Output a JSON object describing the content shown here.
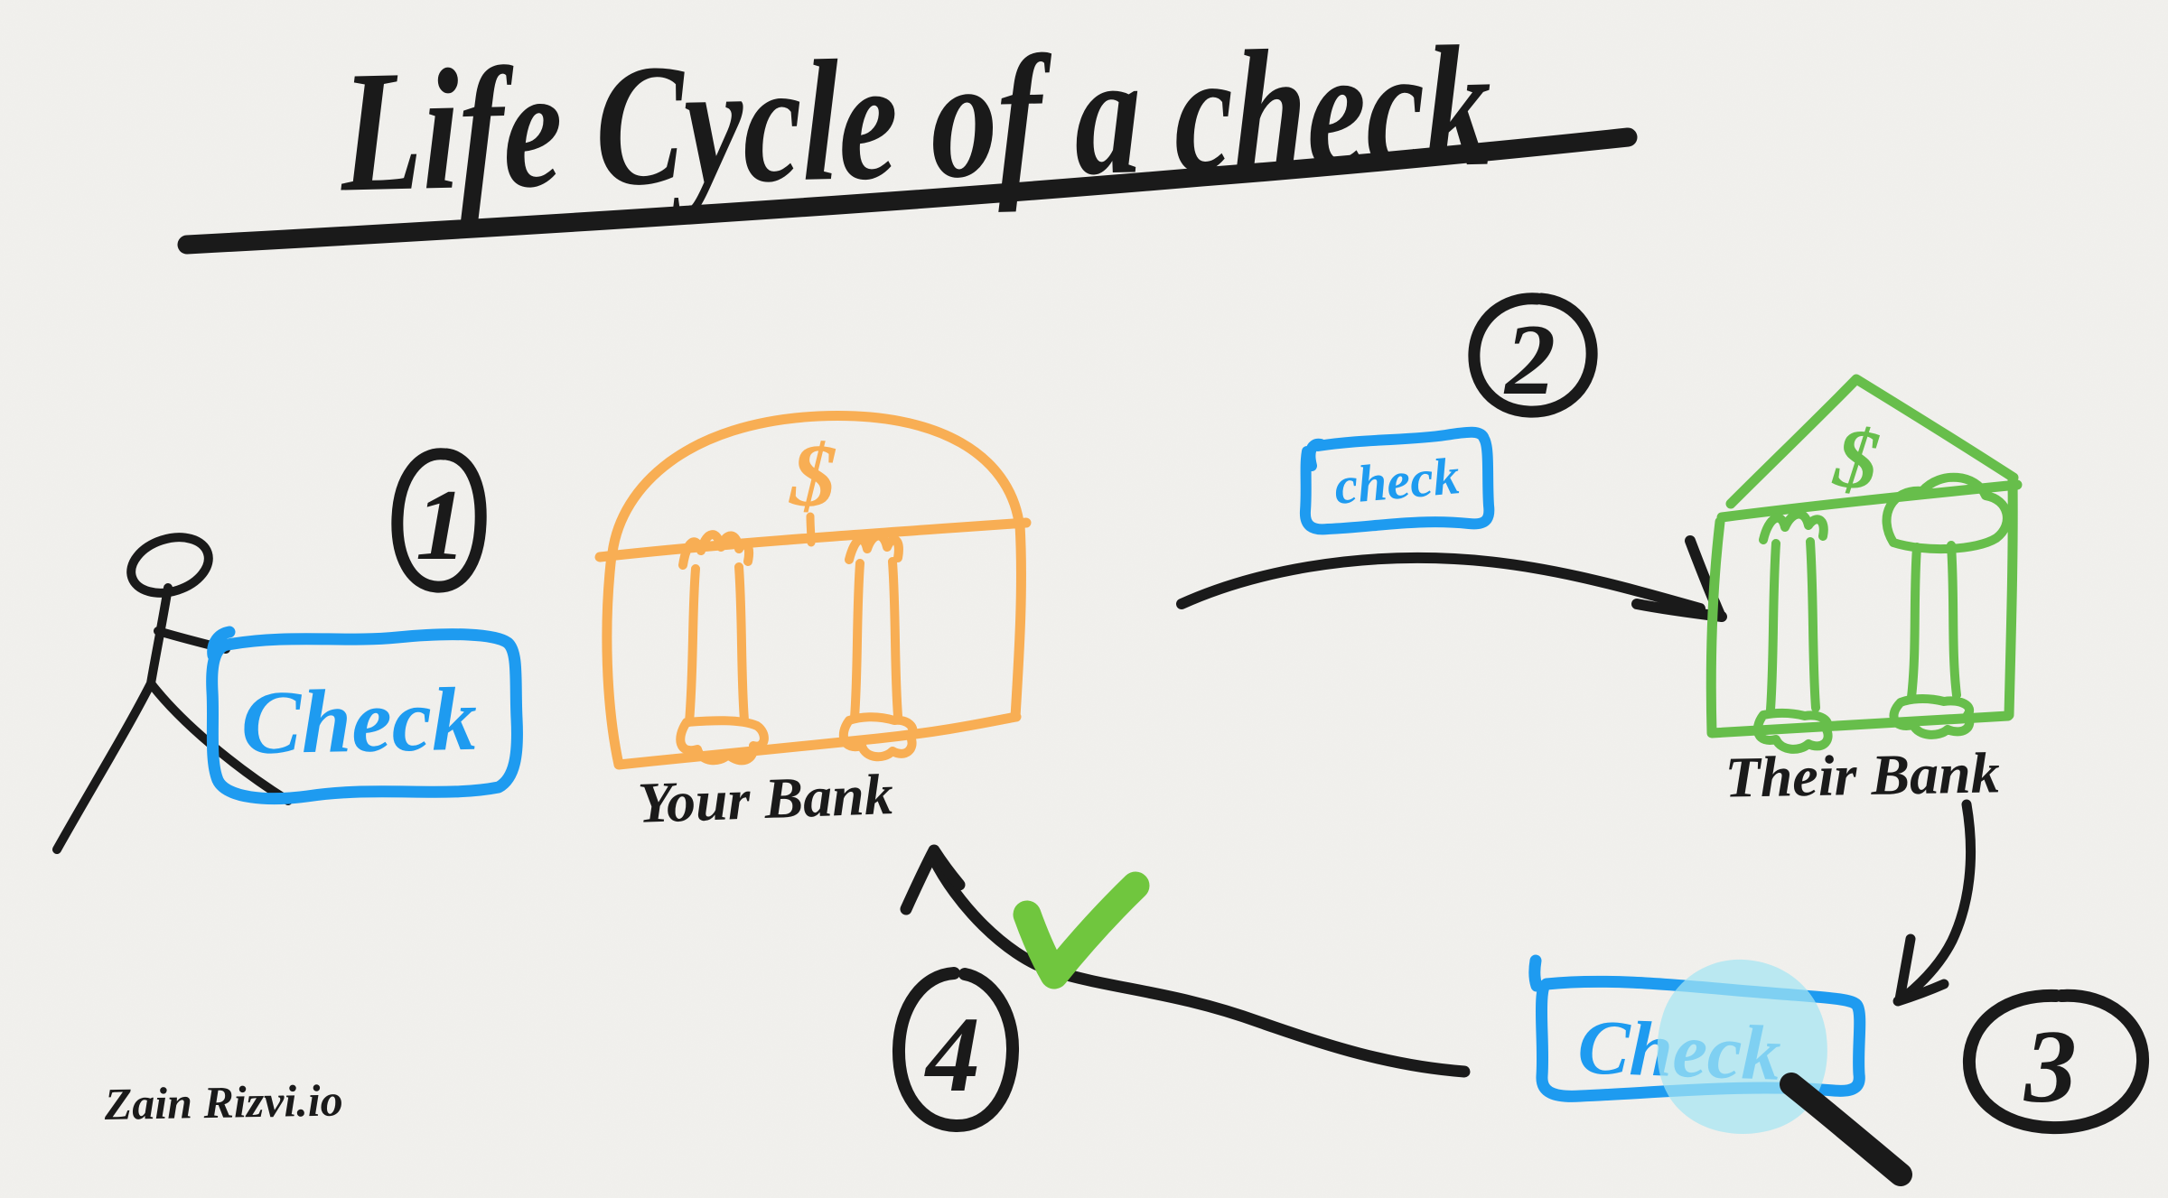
{
  "title": "Life Cycle of a check",
  "signature": "Zain Rizvi.io",
  "step_badges": [
    "1",
    "2",
    "3",
    "4"
  ],
  "nodes": {
    "written_check": {
      "label": "Check"
    },
    "your_bank": {
      "label": "Your Bank",
      "symbol": "$"
    },
    "transfer_check": {
      "label": "check"
    },
    "their_bank": {
      "label": "Their Bank",
      "symbol": "$"
    },
    "inspected_check": {
      "label": "Check"
    }
  },
  "colors": {
    "paper": "#f2f1ee",
    "ink": "#1a1a1a",
    "blue": "#1e9bf0",
    "orange": "#f8ae54",
    "green": "#67be4b",
    "check_green": "#70c63e",
    "highlight": "#a5e4f2"
  }
}
